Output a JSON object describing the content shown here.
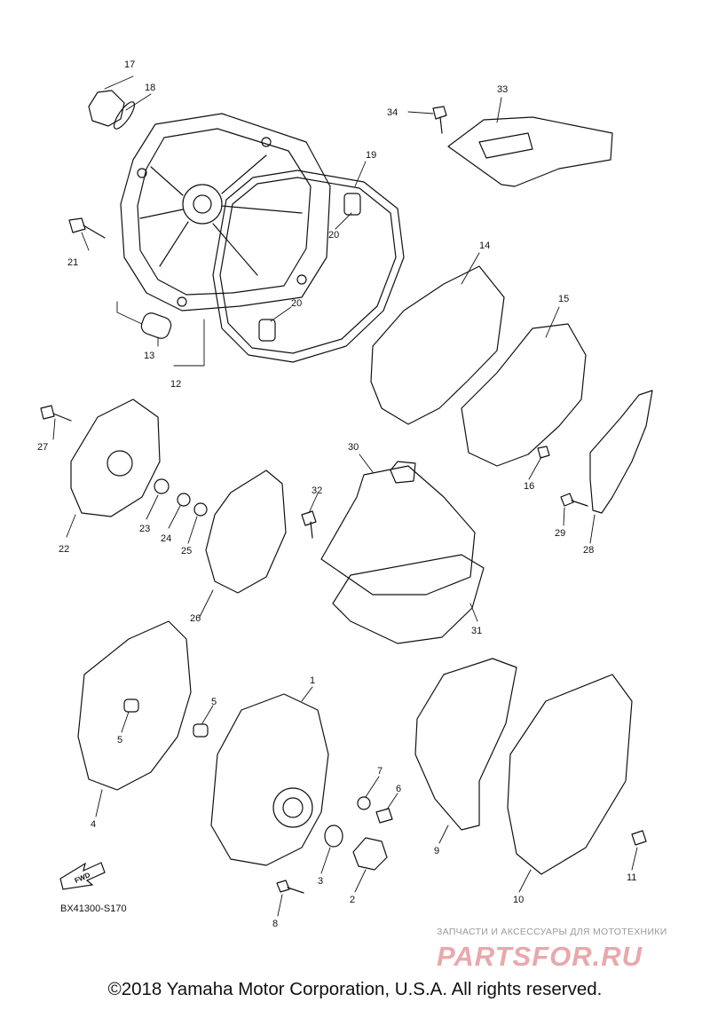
{
  "diagram": {
    "callouts": [
      "1",
      "2",
      "3",
      "4",
      "5",
      "5",
      "6",
      "7",
      "8",
      "9",
      "10",
      "11",
      "12",
      "13",
      "14",
      "15",
      "16",
      "17",
      "18",
      "19",
      "20",
      "20",
      "21",
      "22",
      "23",
      "24",
      "25",
      "26",
      "27",
      "28",
      "29",
      "30",
      "31",
      "32",
      "33",
      "34"
    ],
    "fwd_label": "FWD",
    "drawing_code": "BX41300-S170"
  },
  "watermark": {
    "tagline": "ЗАПЧАСТИ И АКСЕССУАРЫ ДЛЯ МОТОТЕХНИКИ",
    "logo_text": "PARTSFOR.RU",
    "logo_color": "#e8a9ac"
  },
  "footer": {
    "copyright": "©2018 Yamaha Motor Corporation, U.S.A. All rights reserved."
  }
}
